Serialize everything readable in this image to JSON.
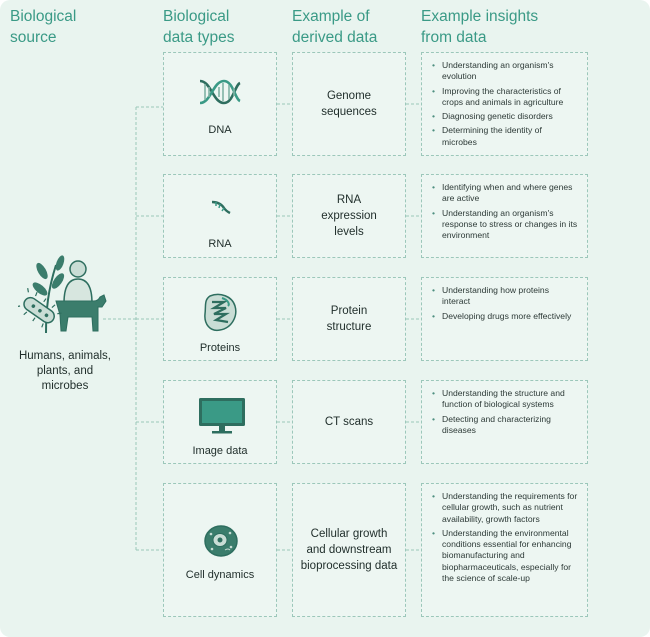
{
  "headers": {
    "source": "Biological\nsource",
    "types": "Biological\ndata types",
    "derived": "Example of\nderived data",
    "insights": "Example insights\nfrom data"
  },
  "source": {
    "label": "Humans, animals,\nplants, and\nmicrobes",
    "icon": "humans-animals-plants-microbes-illustration"
  },
  "rows": [
    {
      "type": "DNA",
      "icon": "dna-helix-icon",
      "derived": "Genome\nsequences",
      "insights": [
        "Understanding an organism's evolution",
        "Improving the characteristics of crops and animals in agriculture",
        "Diagnosing genetic disorders",
        "Determining the identity of microbes"
      ]
    },
    {
      "type": "RNA",
      "icon": "rna-strand-icon",
      "derived": "RNA\nexpression\nlevels",
      "insights": [
        "Identifying when and where genes are active",
        "Understanding an organism's response to stress or changes in its environment"
      ]
    },
    {
      "type": "Proteins",
      "icon": "protein-structure-icon",
      "derived": "Protein\nstructure",
      "insights": [
        "Understanding how proteins interact",
        "Developing drugs more effectively"
      ]
    },
    {
      "type": "Image data",
      "icon": "monitor-icon",
      "derived": "CT scans",
      "insights": [
        "Understanding the structure and function of biological systems",
        "Detecting and characterizing diseases"
      ]
    },
    {
      "type": "Cell dynamics",
      "icon": "cell-icon",
      "derived": "Cellular growth\nand downstream\nbioprocessing data",
      "insights": [
        "Understanding the requirements for cellular growth, such as nutrient availability, growth factors",
        "Understanding the environmental conditions essential for enhancing biomanufacturing and biopharmaceuticals, especially for the science of scale-up"
      ]
    }
  ]
}
